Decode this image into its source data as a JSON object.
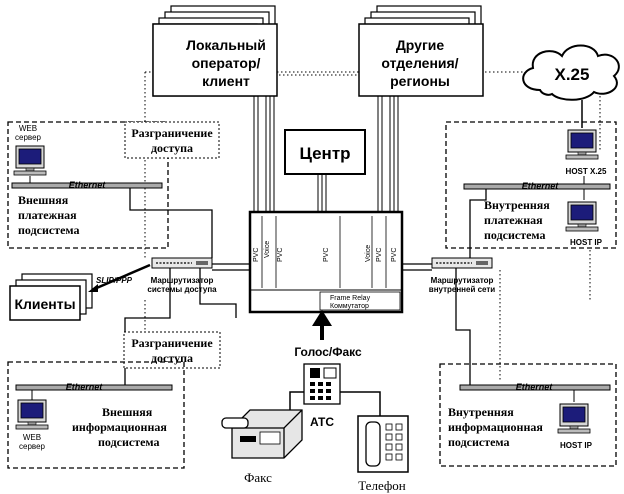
{
  "local_operator": {
    "line1": "Локальный",
    "line2": "оператор/",
    "line3": "клиент"
  },
  "other_branches": {
    "line1": "Другие",
    "line2": "отделения/",
    "line3": "регионы"
  },
  "center": "Центр",
  "x25": "X.25",
  "host_x25": "HOST X.25",
  "host_ip_pay": "HOST IP",
  "host_ip_info": "HOST IP",
  "web_server_top": {
    "line1": "WEB",
    "line2": "сервер"
  },
  "web_server_bottom": {
    "line1": "WEB",
    "line2": "сервер"
  },
  "ethernet": "Ethernet",
  "ext_payment": {
    "line1": "Внешняя",
    "line2": "платежная",
    "line3": "подсистема"
  },
  "int_payment": {
    "line1": "Внутренняя",
    "line2": "платежная",
    "line3": "подсистема"
  },
  "ext_info": {
    "line1": "Внешняя",
    "line2": "информационная",
    "line3": "подсистема"
  },
  "int_info": {
    "line1": "Внутренняя",
    "line2": "информационная",
    "line3": "подсистема"
  },
  "access_control_top": {
    "line1": "Разграничение",
    "line2": "доступа"
  },
  "access_control_bottom": {
    "line1": "Разграничение",
    "line2": "доступа"
  },
  "clients": "Клиенты",
  "slip_ppp": "SLIP/PPP",
  "router_access": {
    "line1": "Маршрутизатор",
    "line2": "системы доступа"
  },
  "router_internal": {
    "line1": "Маршрутизатор",
    "line2": "внутренней сети"
  },
  "pvc": "PVC",
  "voice": "Voice",
  "frame_relay": {
    "line1": "Frame Relay",
    "line2": "Коммутатор"
  },
  "voice_fax": "Голос/Факс",
  "ats": "АТС",
  "fax": "Факс",
  "phone": "Телефон"
}
